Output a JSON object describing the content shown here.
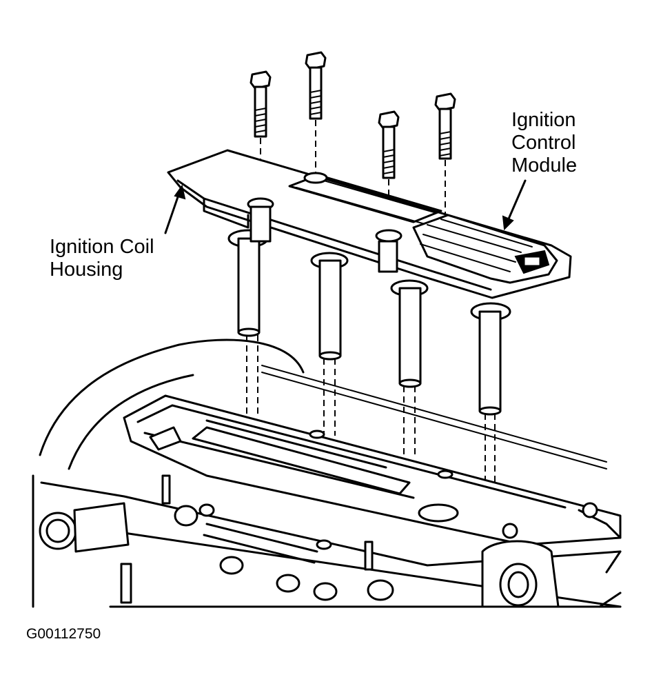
{
  "diagram": {
    "labels": {
      "ignition_control_module": "Ignition\nControl\nModule",
      "ignition_coil_housing": "Ignition Coil\nHousing"
    },
    "figure_id": "G00112750",
    "line_color": "#000000",
    "background": "#ffffff"
  }
}
